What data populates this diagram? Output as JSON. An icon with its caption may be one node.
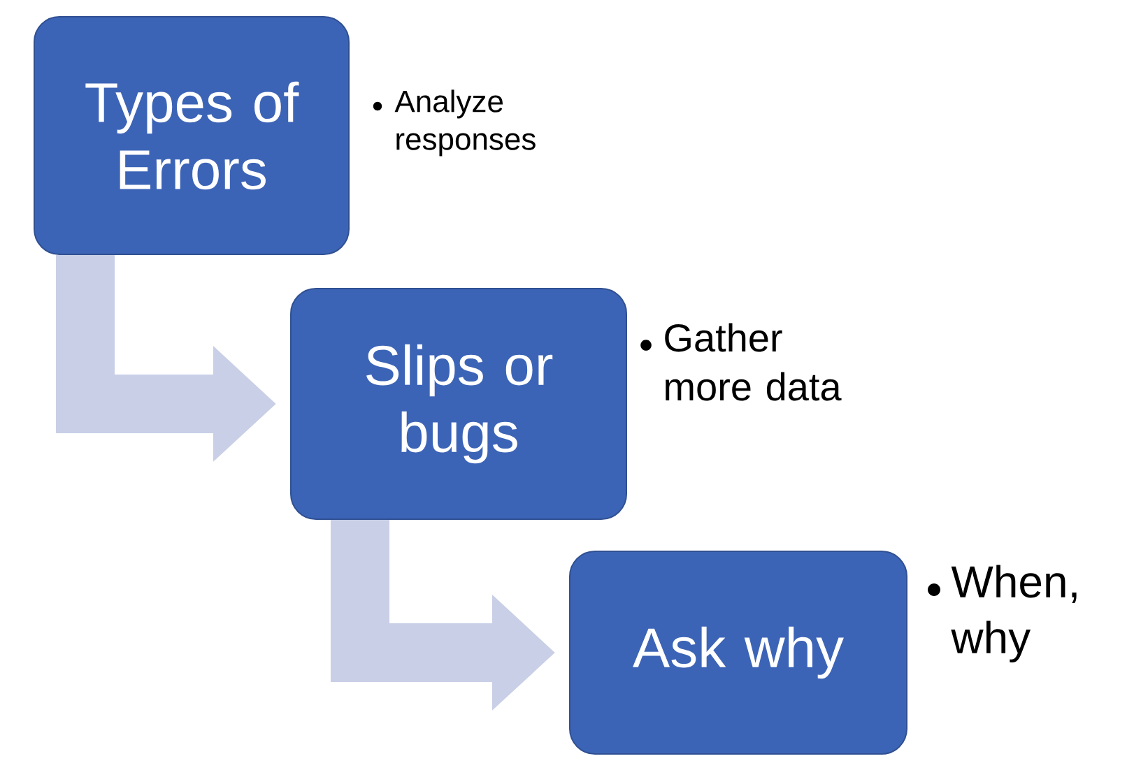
{
  "diagram": {
    "nodes": [
      {
        "text": [
          "Types of Errors"
        ],
        "beside": [
          "Analyze responses"
        ]
      },
      {
        "text": [
          "Slips or bugs"
        ],
        "beside": [
          "Gather more data"
        ]
      },
      {
        "text": [
          "Ask why"
        ],
        "beside": [
          "When, why"
        ]
      }
    ],
    "edges": [
      {
        "from": 0,
        "to": 1,
        "arrow": "to"
      },
      {
        "from": 1,
        "to": 2,
        "arrow": "to"
      }
    ]
  }
}
